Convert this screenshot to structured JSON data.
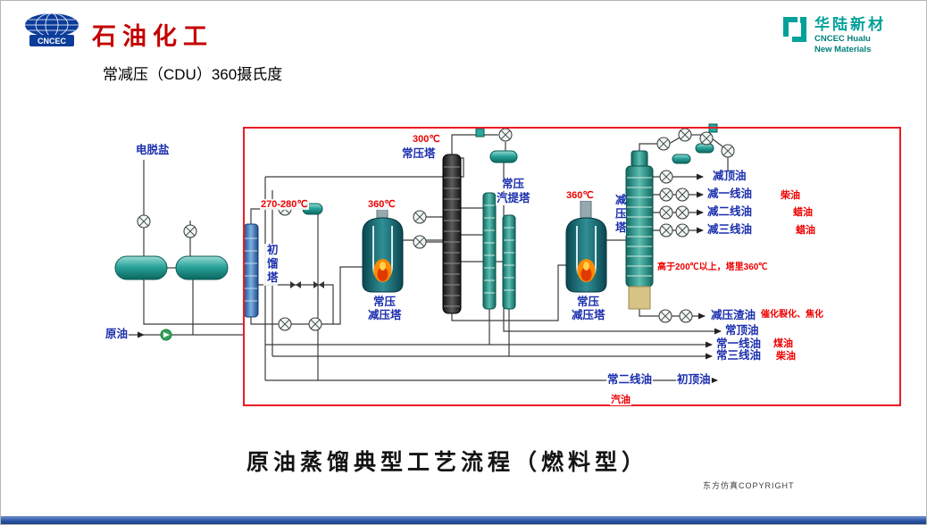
{
  "header": {
    "cncec_logo_text": "CNCEC",
    "brand_text": "石油化工",
    "hualu": {
      "cn": "华陆新材",
      "en1": "CNCEC Hualu",
      "en2": "New Materials"
    }
  },
  "title": "常减压（CDU）360摄氏度",
  "footer": {
    "caption": "原油蒸馏典型工艺流程（燃料型）",
    "copyright": "东方仿真COPYRIGHT"
  },
  "labels": {
    "desalter": "电脱盐",
    "crude_oil": "原油",
    "initial_tower": "初馏塔",
    "atm_tower": "常压塔",
    "atm_stripper_line1": "常压",
    "atm_stripper_line2": "汽提塔",
    "vac_tower": "减压塔",
    "furnace1_line1": "常压",
    "furnace1_line2": "减压塔",
    "furnace2_line1": "常压",
    "furnace2_line2": "减压塔",
    "vac_top_oil": "减顶油",
    "vac_line1_oil": "减一线油",
    "vac_line2_oil": "减二线油",
    "vac_line3_oil": "减三线油",
    "vac_residue": "减压渣油",
    "atm_top_oil": "常顶油",
    "atm_line1_oil": "常一线油",
    "atm_line3_oil": "常三线油",
    "atm_line2_oil": "常二线油",
    "initial_top_oil": "初顶油"
  },
  "annotations": {
    "temp_300": "300℃",
    "temp_270_280": "270-280℃",
    "temp_360_atm": "360℃",
    "temp_360_vac": "360℃",
    "temp_note": "高于200℃以上，塔里360℃",
    "diesel_vac": "柴油",
    "wax_oil_1": "蜡油",
    "wax_oil_2": "蜡油",
    "fcc_coking": "催化裂化、焦化",
    "kerosene": "煤油",
    "diesel_atm": "柴油",
    "gasoline": "汽油"
  },
  "colors": {
    "label_blue": "#1b2fae",
    "annotation_red": "#ee0000",
    "frame_red": "#ec1c24",
    "bottom_bar_blue": "#2d57a8",
    "hualu_teal": "#00a19a",
    "brand_red": "#c40000"
  }
}
